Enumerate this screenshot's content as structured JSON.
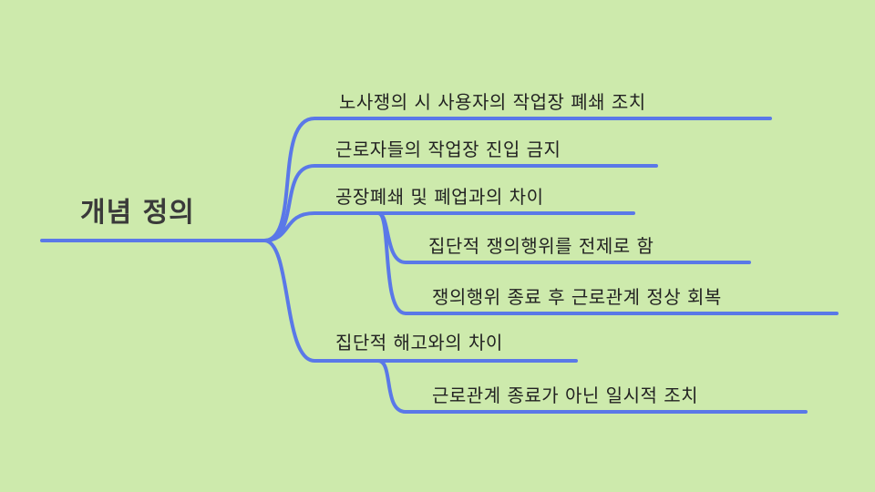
{
  "mindmap": {
    "line_color": "#5a78e8",
    "background": "#cdeaac",
    "root": "개념 정의",
    "branches": [
      {
        "label": "노사쟁의 시 사용자의 작업장 폐쇄 조치",
        "children": []
      },
      {
        "label": "근로자들의 작업장 진입 금지",
        "children": []
      },
      {
        "label": "공장폐쇄 및 폐업과의 차이",
        "children": [
          "집단적 쟁의행위를 전제로 함",
          "쟁의행위 종료 후 근로관계 정상 회복"
        ]
      },
      {
        "label": "집단적 해고와의 차이",
        "children": [
          "근로관계 종료가 아닌 일시적 조치"
        ]
      }
    ]
  }
}
